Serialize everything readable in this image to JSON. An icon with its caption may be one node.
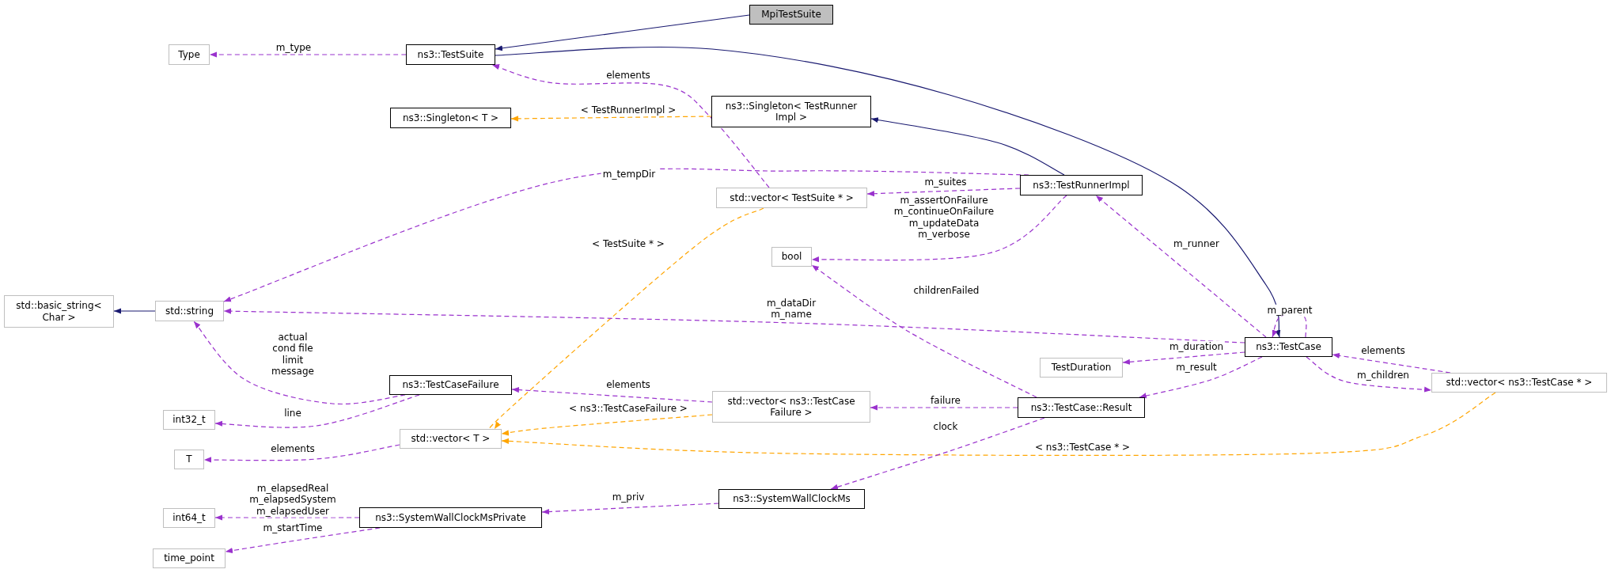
{
  "diagram": {
    "nodes": [
      {
        "text": [
          "MpiTestSuite"
        ]
      },
      {
        "text": [
          "ns3::TestSuite"
        ]
      },
      {
        "text": [
          "Type"
        ]
      },
      {
        "text": [
          "ns3::Singleton< T >"
        ]
      },
      {
        "text": [
          "ns3::Singleton< TestRunner Impl >"
        ]
      },
      {
        "text": [
          "ns3::TestRunnerImpl"
        ]
      },
      {
        "text": [
          "std::vector< TestSuite * >"
        ]
      },
      {
        "text": [
          "bool"
        ]
      },
      {
        "text": [
          "std::basic_string< Char >"
        ]
      },
      {
        "text": [
          "std::string"
        ]
      },
      {
        "text": [
          "ns3::TestCase"
        ]
      },
      {
        "text": [
          "TestDuration"
        ]
      },
      {
        "text": [
          "std::vector< ns3::TestCase * >"
        ]
      },
      {
        "text": [
          "ns3::TestCaseFailure"
        ]
      },
      {
        "text": [
          "std::vector< ns3::TestCase Failure >"
        ]
      },
      {
        "text": [
          "ns3::TestCase::Result"
        ]
      },
      {
        "text": [
          "int32_t"
        ]
      },
      {
        "text": [
          "std::vector< T >"
        ]
      },
      {
        "text": [
          "T"
        ]
      },
      {
        "text": [
          "int64_t"
        ]
      },
      {
        "text": [
          "ns3::SystemWallClockMsPrivate"
        ]
      },
      {
        "text": [
          "ns3::SystemWallClockMs"
        ]
      },
      {
        "text": [
          "time_point"
        ]
      }
    ],
    "edges": [
      {
        "from": 0,
        "to": 1,
        "arrow": "to",
        "color": "#191970"
      },
      {
        "from": 1,
        "to": 10,
        "arrow": "to",
        "color": "#191970"
      },
      {
        "from": 1,
        "to": 2,
        "arrow": "to",
        "label": "m_type",
        "style": "dashed"
      },
      {
        "from": 6,
        "to": 1,
        "arrow": "to",
        "label": "elements",
        "style": "dashed"
      },
      {
        "from": 4,
        "to": 3,
        "arrow": "to",
        "label": "< TestRunnerImpl >",
        "style": "dashed",
        "color": "#ffa500"
      },
      {
        "from": 5,
        "to": 4,
        "arrow": "to",
        "color": "#191970"
      },
      {
        "from": 5,
        "to": 9,
        "arrow": "to",
        "label": "m_tempDir",
        "style": "dashed"
      },
      {
        "from": 5,
        "to": 6,
        "arrow": "to",
        "label": "m_suites",
        "style": "dashed"
      },
      {
        "from": 5,
        "to": 7,
        "arrow": "to",
        "label": "m_assertOnFailure m_continueOnFailure m_updateData m_verbose",
        "style": "dashed"
      },
      {
        "from": 6,
        "to": 17,
        "arrow": "to",
        "label": "< TestSuite * >",
        "style": "dashed",
        "color": "#ffa500"
      },
      {
        "from": 15,
        "to": 7,
        "arrow": "to",
        "label": "childrenFailed",
        "style": "dashed"
      },
      {
        "from": 10,
        "to": 5,
        "arrow": "to",
        "label": "m_runner",
        "style": "dashed"
      },
      {
        "from": 10,
        "to": 9,
        "arrow": "to",
        "label": "m_dataDir m_name",
        "style": "dashed"
      },
      {
        "from": 10,
        "to": 10,
        "arrow": "to",
        "label": "m_parent",
        "style": "dashed"
      },
      {
        "from": 10,
        "to": 11,
        "arrow": "to",
        "label": "m_duration",
        "style": "dashed"
      },
      {
        "from": 10,
        "to": 15,
        "arrow": "to",
        "label": "m_result",
        "style": "dashed"
      },
      {
        "from": 10,
        "to": 12,
        "arrow": "to",
        "label": "m_children",
        "style": "dashed"
      },
      {
        "from": 12,
        "to": 10,
        "arrow": "to",
        "label": "elements",
        "style": "dashed"
      },
      {
        "from": 12,
        "to": 17,
        "arrow": "to",
        "label": "< ns3::TestCase * >",
        "style": "dashed",
        "color": "#ffa500"
      },
      {
        "from": 9,
        "to": 8,
        "arrow": "to",
        "color": "#191970"
      },
      {
        "from": 13,
        "to": 9,
        "arrow": "to",
        "label": "actual cond file limit message",
        "style": "dashed"
      },
      {
        "from": 13,
        "to": 16,
        "arrow": "to",
        "label": "line",
        "style": "dashed"
      },
      {
        "from": 14,
        "to": 13,
        "arrow": "to",
        "label": "elements",
        "style": "dashed"
      },
      {
        "from": 14,
        "to": 17,
        "arrow": "to",
        "label": "< ns3::TestCaseFailure >",
        "style": "dashed",
        "color": "#ffa500"
      },
      {
        "from": 15,
        "to": 14,
        "arrow": "to",
        "label": "failure",
        "style": "dashed"
      },
      {
        "from": 15,
        "to": 21,
        "arrow": "to",
        "label": "clock",
        "style": "dashed"
      },
      {
        "from": 17,
        "to": 18,
        "arrow": "to",
        "label": "elements",
        "style": "dashed"
      },
      {
        "from": 21,
        "to": 20,
        "arrow": "to",
        "label": "m_priv",
        "style": "dashed"
      },
      {
        "from": 20,
        "to": 19,
        "arrow": "to",
        "label": "m_elapsedReal m_elapsedSystem m_elapsedUser",
        "style": "dashed"
      },
      {
        "from": 20,
        "to": 22,
        "arrow": "to",
        "label": "m_startTime",
        "style": "dashed"
      }
    ]
  }
}
